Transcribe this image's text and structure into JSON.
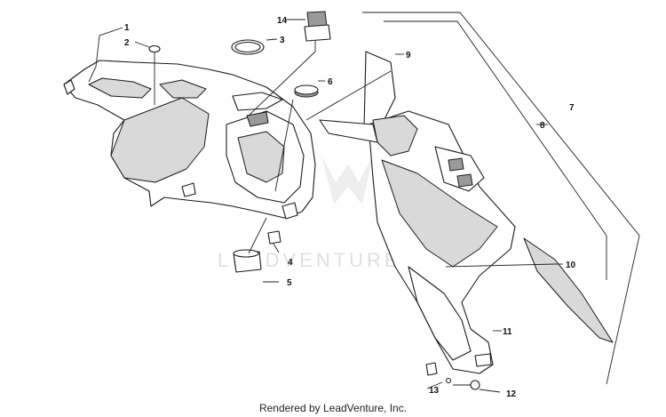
{
  "watermark": "LEADVENTURE",
  "footer": "Rendered by LeadVenture, Inc.",
  "callouts": {
    "c1": "1",
    "c2": "2",
    "c3": "3",
    "c4": "4",
    "c5": "5",
    "c6": "6",
    "c7": "7",
    "c8": "8",
    "c9": "9",
    "c10": "10",
    "c11": "11",
    "c12": "12",
    "c13": "13",
    "c14": "14"
  }
}
